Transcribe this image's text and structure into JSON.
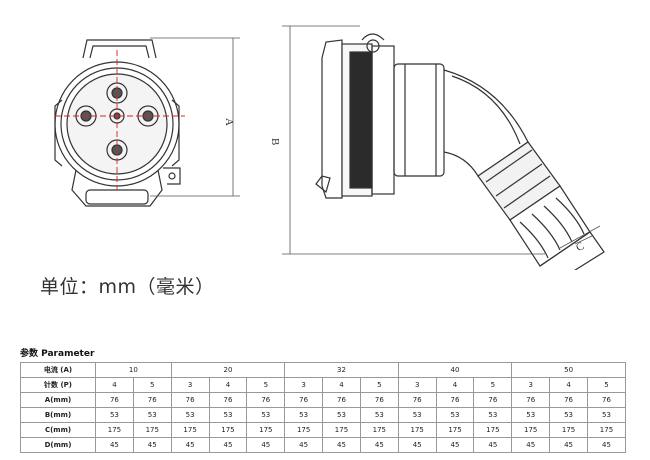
{
  "drawing": {
    "dim_a": "A",
    "dim_b": "B",
    "dim_c": "C"
  },
  "unit_note": "单位：mm（毫米）",
  "parameter_title": "参数 Parameter",
  "table": {
    "current_label": "电流 (A)",
    "current_groups": [
      {
        "value": "10",
        "span": 2
      },
      {
        "value": "20",
        "span": 3
      },
      {
        "value": "32",
        "span": 3
      },
      {
        "value": "40",
        "span": 3
      },
      {
        "value": "50",
        "span": 3
      }
    ],
    "rows": [
      {
        "label": "针数 (P)",
        "cells": [
          "4",
          "5",
          "3",
          "4",
          "5",
          "3",
          "4",
          "5",
          "3",
          "4",
          "5",
          "3",
          "4",
          "5"
        ]
      },
      {
        "label": "A(mm)",
        "cells": [
          "76",
          "76",
          "76",
          "76",
          "76",
          "76",
          "76",
          "76",
          "76",
          "76",
          "76",
          "76",
          "76",
          "76"
        ]
      },
      {
        "label": "B(mm)",
        "cells": [
          "53",
          "53",
          "53",
          "53",
          "53",
          "53",
          "53",
          "53",
          "53",
          "53",
          "53",
          "53",
          "53",
          "53"
        ]
      },
      {
        "label": "C(mm)",
        "cells": [
          "175",
          "175",
          "175",
          "175",
          "175",
          "175",
          "175",
          "175",
          "175",
          "175",
          "175",
          "175",
          "175",
          "175"
        ]
      },
      {
        "label": "D(mm)",
        "cells": [
          "45",
          "45",
          "45",
          "45",
          "45",
          "45",
          "45",
          "45",
          "45",
          "45",
          "45",
          "45",
          "45",
          "45"
        ]
      }
    ]
  }
}
